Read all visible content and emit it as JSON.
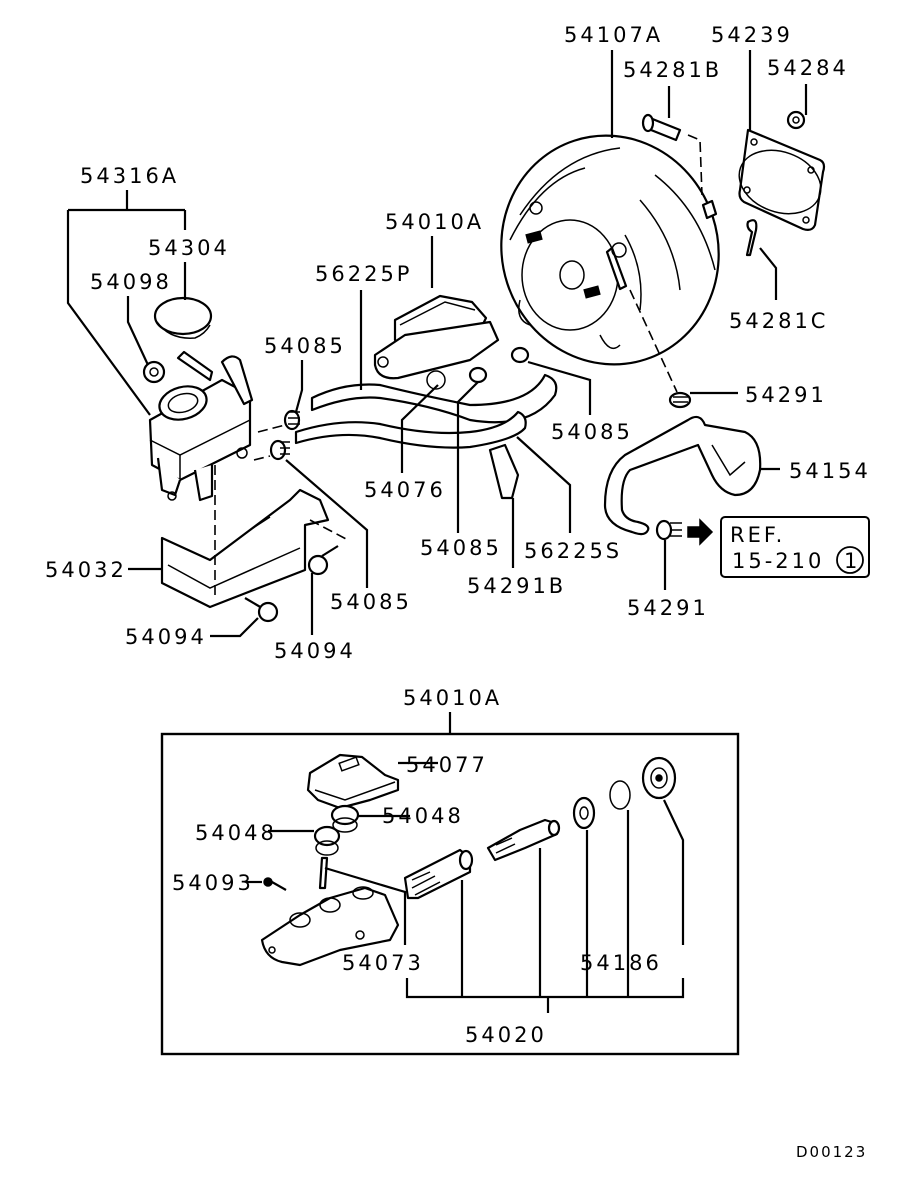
{
  "diagram": {
    "title": "Brake master cylinder & booster parts diagram",
    "drawing_code": "D00123",
    "reference": {
      "line1": "REF.",
      "line2": "15-210",
      "circled": "1"
    },
    "labels": {
      "l54107A": "54107A",
      "l54239": "54239",
      "l54281B": "54281B",
      "l54284": "54284",
      "l54281C": "54281C",
      "l54316A": "54316A",
      "l54304": "54304",
      "l54098": "54098",
      "l54010A_top": "54010A",
      "l56225P": "56225P",
      "l54085_a": "54085",
      "l54085_b": "54085",
      "l54085_c": "54085",
      "l54085_d": "54085",
      "l54291_a": "54291",
      "l54291_b": "54291",
      "l54154": "54154",
      "l54076": "54076",
      "l56225S": "56225S",
      "l54291B": "54291B",
      "l54032": "54032",
      "l54094_a": "54094",
      "l54094_b": "54094",
      "l54010A_box": "54010A",
      "l54077": "54077",
      "l54048_a": "54048",
      "l54048_b": "54048",
      "l54093": "54093",
      "l54073": "54073",
      "l54186": "54186",
      "l54020": "54020"
    }
  }
}
